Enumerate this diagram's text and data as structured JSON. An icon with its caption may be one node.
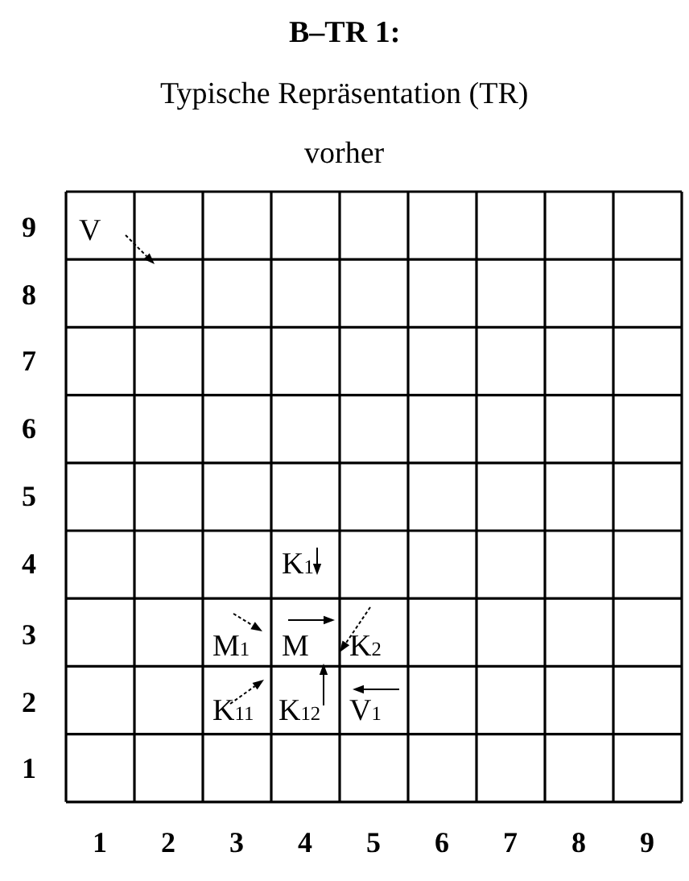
{
  "diagram": {
    "title": "B–TR 1:",
    "labels": [
      "Typische Repräsentation (TR)",
      "vorher",
      "9",
      "V",
      "8",
      "7",
      "6",
      "5",
      "4",
      "K$_{1}$",
      "3",
      "M$_{1}$",
      "M",
      "K$_{2}$",
      "2",
      "K$_{11}$",
      "K$_{12}$",
      "V$_{1}$",
      "1",
      "1",
      "2",
      "3",
      "4",
      "5",
      "6",
      "7",
      "8",
      "9"
    ]
  }
}
